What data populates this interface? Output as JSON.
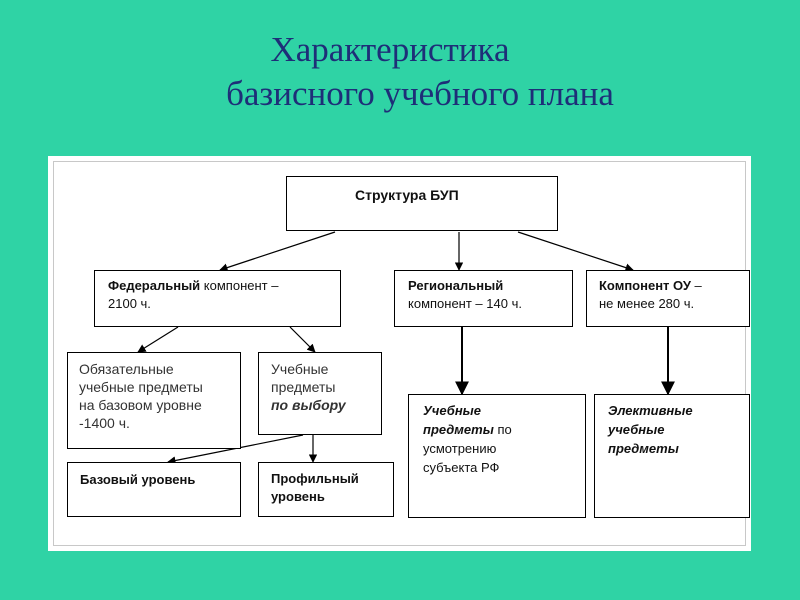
{
  "title": {
    "line1": "Характеристика",
    "line2": "базисного учебного плана"
  },
  "diagram": {
    "root": {
      "text": "Структура БУП"
    },
    "federal": {
      "bold": "Федеральный",
      "rest": " компонент –",
      "line2": "2100 ч."
    },
    "regional": {
      "bold": "Региональный",
      "line2": "компонент – 140 ч."
    },
    "component_ou": {
      "bold": "Компонент ОУ",
      "rest": " –",
      "line2": "не менее 280 ч."
    },
    "mandatory": {
      "line1": "Обязательные",
      "line2": "учебные предметы",
      "line3": "на базовом уровне",
      "line4": "-1400 ч."
    },
    "elective_choice": {
      "line1": "Учебные",
      "line2": "предметы",
      "line3": "по выбору"
    },
    "regional_subjects": {
      "bold1": "Учебные",
      "bold2": "предметы",
      "rest2": " по",
      "line3": "усмотрению",
      "line4": "субъекта РФ"
    },
    "elective_courses": {
      "line1": "Элективные",
      "line2": "учебные",
      "line3": "предметы"
    },
    "basic_level": {
      "text": "Базовый уровень"
    },
    "profile_level": {
      "line1": "Профильный",
      "line2": "уровень"
    }
  }
}
